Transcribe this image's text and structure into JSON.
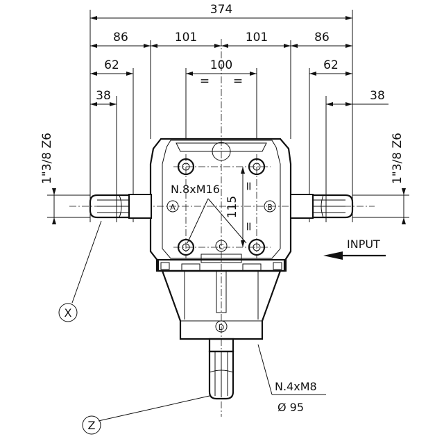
{
  "dimensions": {
    "overall_width": "374",
    "left_outer": "86",
    "left_inner": "101",
    "right_inner": "101",
    "right_outer": "86",
    "left_62": "62",
    "right_62": "62",
    "hole_spacing_x": "100",
    "left_38": "38",
    "right_38": "38",
    "hole_spacing_y": "115",
    "equal_mark": "="
  },
  "shafts": {
    "left_spec": "1\"3/8 Z6",
    "right_spec": "1\"3/8 Z6"
  },
  "callouts": {
    "top_holes": "N.8xM16",
    "bottom_holes": "N.4xM8",
    "bottom_diameter": "Ø 95",
    "input": "INPUT"
  },
  "markers": {
    "a": "A",
    "b": "B",
    "c": "C",
    "d": "D",
    "x": "X",
    "z": "Z"
  }
}
